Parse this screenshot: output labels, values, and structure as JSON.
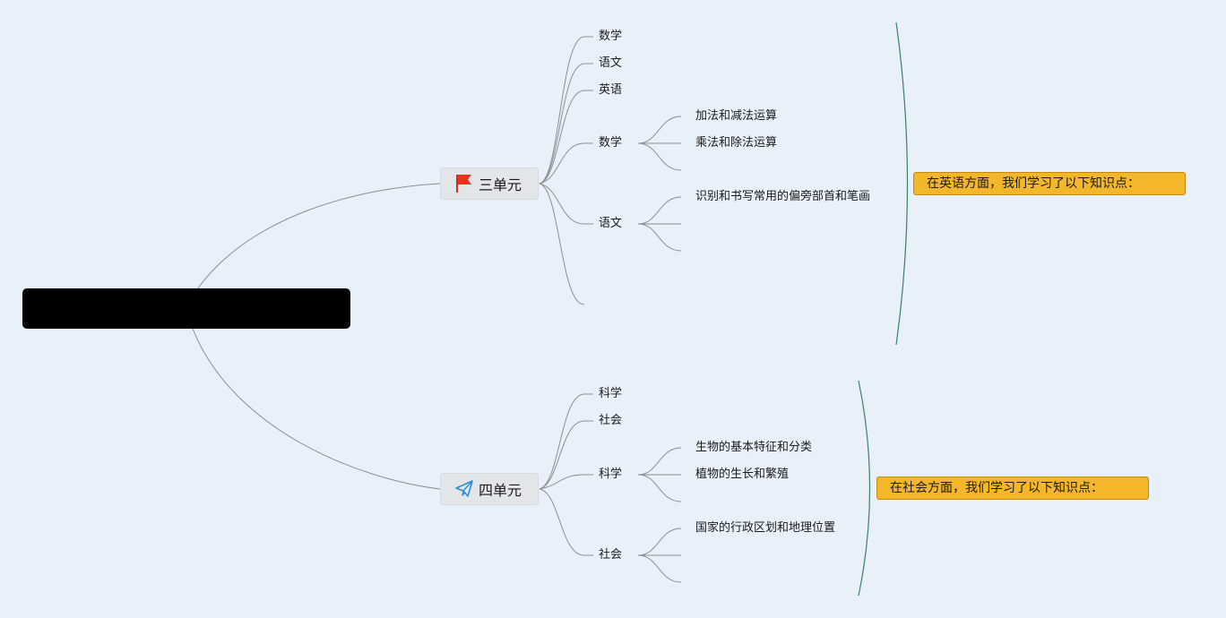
{
  "mindmap": {
    "unit3": {
      "label": "三单元",
      "icon": "red-flag-icon",
      "subjects": [
        "数学",
        "语文",
        "英语"
      ],
      "math": {
        "label": "数学",
        "items": [
          "加法和减法运算",
          "乘法和除法运算"
        ]
      },
      "chinese": {
        "label": "语文",
        "items": [
          "识别和书写常用的偏旁部首和笔画"
        ]
      },
      "summary": "在英语方面，我们学习了以下知识点："
    },
    "unit4": {
      "label": "四单元",
      "icon": "paper-plane-icon",
      "subjects": [
        "科学",
        "社会"
      ],
      "science": {
        "label": "科学",
        "items": [
          "生物的基本特征和分类",
          "植物的生长和繁殖"
        ]
      },
      "society": {
        "label": "社会",
        "items": [
          "国家的行政区划和地理位置"
        ]
      },
      "summary": "在社会方面，我们学习了以下知识点："
    },
    "colors": {
      "background": "#e8f1f9",
      "summary_fill": "#f4b62b",
      "bracket": "#3f7f6a",
      "line": "#8a8f94"
    }
  }
}
